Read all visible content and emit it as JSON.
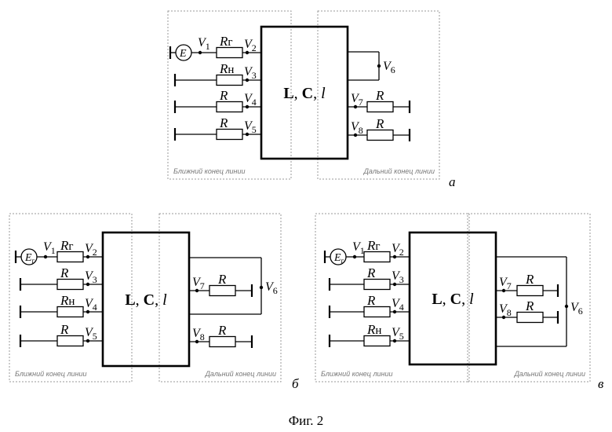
{
  "figure_caption": "Фиг. 2",
  "line_block_label": {
    "l": "L",
    "c": "C",
    "len": "l"
  },
  "near_end_label": "Ближний конец линии",
  "far_end_label": "Дальний конец линии",
  "panels": [
    {
      "letter": "а",
      "source_label": "E",
      "source_sub": "",
      "resistors": [
        "Rг",
        "Rн",
        "R",
        "R",
        "R",
        "R"
      ],
      "nodes": [
        "V1",
        "V2",
        "V3",
        "V4",
        "V5",
        "V6",
        "V7",
        "V8"
      ]
    },
    {
      "letter": "б",
      "source_label": "E",
      "source_sub": "г",
      "resistors": [
        "Rг",
        "R",
        "Rн",
        "R",
        "R",
        "R"
      ],
      "nodes": [
        "V1",
        "V2",
        "V3",
        "V4",
        "V5",
        "V6",
        "V7",
        "V8"
      ]
    },
    {
      "letter": "в",
      "source_label": "E",
      "source_sub": "г",
      "resistors": [
        "Rг",
        "R",
        "R",
        "Rн",
        "R",
        "R"
      ],
      "nodes": [
        "V1",
        "V2",
        "V3",
        "V4",
        "V5",
        "V6",
        "V7",
        "V8"
      ]
    }
  ]
}
